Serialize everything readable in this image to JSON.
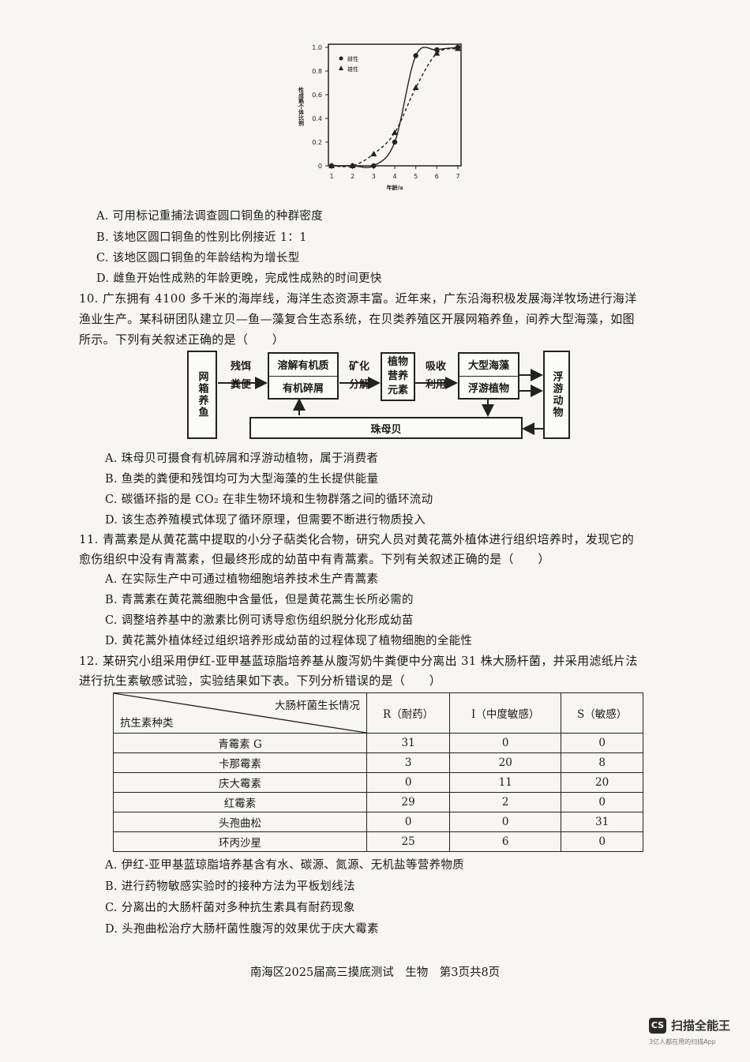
{
  "chart_data": {
    "type": "line",
    "x": [
      1,
      2,
      3,
      4,
      5,
      6,
      7
    ],
    "series": [
      {
        "name": "雌性",
        "marker": "circle",
        "line": "solid",
        "values": [
          0,
          0,
          0,
          0.2,
          0.93,
          0.98,
          1.0
        ]
      },
      {
        "name": "雄性",
        "marker": "triangle",
        "line": "dashed",
        "values": [
          0,
          0,
          0.1,
          0.28,
          0.66,
          0.95,
          0.99
        ]
      }
    ],
    "xlabel": "年龄/a",
    "ylabel": "性成熟个体比例",
    "xticks": [
      "1",
      "2",
      "3",
      "4",
      "5",
      "6",
      "7"
    ],
    "yticks": [
      "0",
      "0.2",
      "0.4",
      "0.6",
      "0.8",
      "1.0"
    ],
    "xlim": [
      1,
      7
    ],
    "ylim": [
      0,
      1.0
    ],
    "legend": "top-left"
  },
  "q9": {
    "options": [
      "A. 可用标记重捕法调查圆口铜鱼的种群密度",
      "B. 该地区圆口铜鱼的性别比例接近 1：1",
      "C. 该地区圆口铜鱼的年龄结构为增长型",
      "D. 雌鱼开始性成熟的年龄更晚，完成性成熟的时间更快"
    ]
  },
  "q10": {
    "stem": [
      "10. 广东拥有 4100 多千米的海岸线，海洋生态资源丰富。近年来，广东沿海积极发展海洋牧场进行海洋",
      "渔业生产。某科研团队建立贝—鱼—藻复合生态系统，在贝类养殖区开展网箱养鱼，间养大型海藻，如图",
      "所示。下列有关叙述正确的是（　　）"
    ],
    "diagram": {
      "cage_fish": "网箱养鱼",
      "bait": "残饵",
      "feces": "粪便",
      "dissolved_organic": "溶解有机质",
      "organic_debris": "有机碎屑",
      "mineral": "矿化",
      "decompose": "分解",
      "plant_nutrients": [
        "植物",
        "营养",
        "元素"
      ],
      "absorb": "吸收",
      "use": "利用",
      "seaweed": "大型海藻",
      "phytoplankton": "浮游植物",
      "zooplankton": "浮游动物",
      "pearl_oyster": "珠母贝"
    },
    "options": [
      "A. 珠母贝可摄食有机碎屑和浮游动植物，属于消费者",
      "B. 鱼类的粪便和残饵均可为大型海藻的生长提供能量",
      "C. 碳循环指的是 CO₂ 在非生物环境和生物群落之间的循环流动",
      "D. 该生态养殖模式体现了循环原理，但需要不断进行物质投入"
    ]
  },
  "q11": {
    "stem": [
      "11. 青蒿素是从黄花蒿中提取的小分子萜类化合物，研究人员对黄花蒿外植体进行组织培养时，发现它的",
      "愈伤组织中没有青蒿素，但最终形成的幼苗中有青蒿素。下列有关叙述正确的是（　　）"
    ],
    "options": [
      "A. 在实际生产中可通过植物细胞培养技术生产青蒿素",
      "B. 青蒿素在黄花蒿细胞中含量低，但是黄花蒿生长所必需的",
      "C. 调整培养基中的激素比例可诱导愈伤组织脱分化形成幼苗",
      "D. 黄花蒿外植体经过组织培养形成幼苗的过程体现了植物细胞的全能性"
    ]
  },
  "q12": {
    "stem": [
      "12. 某研究小组采用伊红-亚甲基蓝琼脂培养基从腹泻奶牛粪便中分离出 31 株大肠杆菌，并采用滤纸片法",
      "进行抗生素敏感试验，实验结果如下表。下列分析错误的是（　　）"
    ],
    "table": {
      "corner_top": "大肠杆菌生长情况",
      "corner_bottom": "抗生素种类",
      "headers": [
        "R（耐药）",
        "I（中度敏感）",
        "S（敏感）"
      ],
      "rows": [
        [
          "青霉素 G",
          "31",
          "0",
          "0"
        ],
        [
          "卡那霉素",
          "3",
          "20",
          "8"
        ],
        [
          "庆大霉素",
          "0",
          "11",
          "20"
        ],
        [
          "红霉素",
          "29",
          "2",
          "0"
        ],
        [
          "头孢曲松",
          "0",
          "0",
          "31"
        ],
        [
          "环丙沙星",
          "25",
          "6",
          "0"
        ]
      ]
    },
    "options": [
      "A. 伊红-亚甲基蓝琼脂培养基含有水、碳源、氮源、无机盐等营养物质",
      "B. 进行药物敏感实验时的接种方法为平板划线法",
      "C. 分离出的大肠杆菌对多种抗生素具有耐药现象",
      "D. 头孢曲松治疗大肠杆菌性腹泻的效果优于庆大霉素"
    ]
  },
  "footer": "南海区2025届高三摸底测试　生物　第3页共8页",
  "watermark": {
    "logo": "CS",
    "name": "扫描全能王",
    "sub": "3亿人都在用的扫描App"
  }
}
